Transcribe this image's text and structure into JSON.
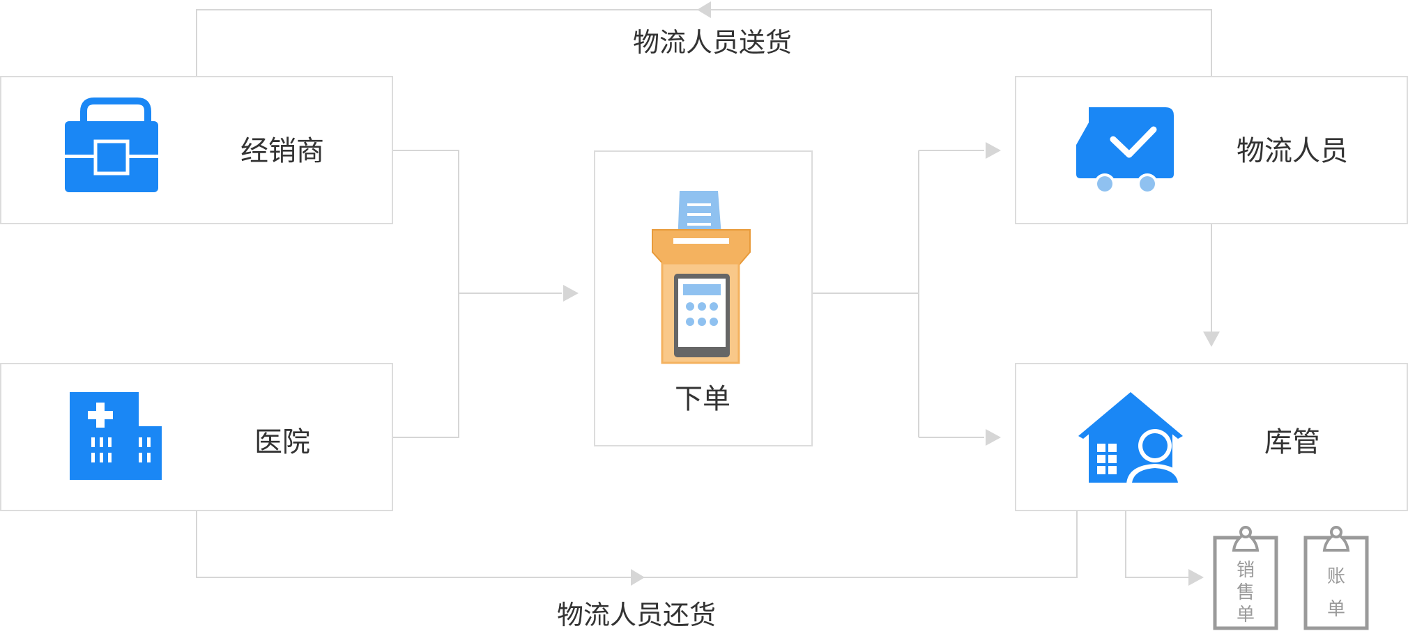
{
  "nodes": {
    "dealer": {
      "label": "经销商",
      "icon": "briefcase-icon"
    },
    "hospital": {
      "label": "医院",
      "icon": "hospital-building-icon"
    },
    "order": {
      "label": "下单",
      "icon": "pos-terminal-icon"
    },
    "logistics": {
      "label": "物流人员",
      "icon": "delivery-truck-check-icon"
    },
    "warehouse": {
      "label": "库管",
      "icon": "warehouse-keeper-icon"
    }
  },
  "flows": {
    "deliver": "物流人员送货",
    "return": "物流人员还货"
  },
  "documents": [
    {
      "chars": [
        "销",
        "售",
        "单"
      ],
      "icon": "clipboard-icon"
    },
    {
      "chars": [
        "账",
        "单"
      ],
      "icon": "clipboard-icon"
    }
  ],
  "colors": {
    "primary_blue": "#1a87f5",
    "light_blue": "#8fc1f0",
    "orange": "#f4b25f",
    "line_gray": "#d6d6d6",
    "border_gray": "#dcdcdc",
    "doc_gray": "#9a9a9a"
  }
}
